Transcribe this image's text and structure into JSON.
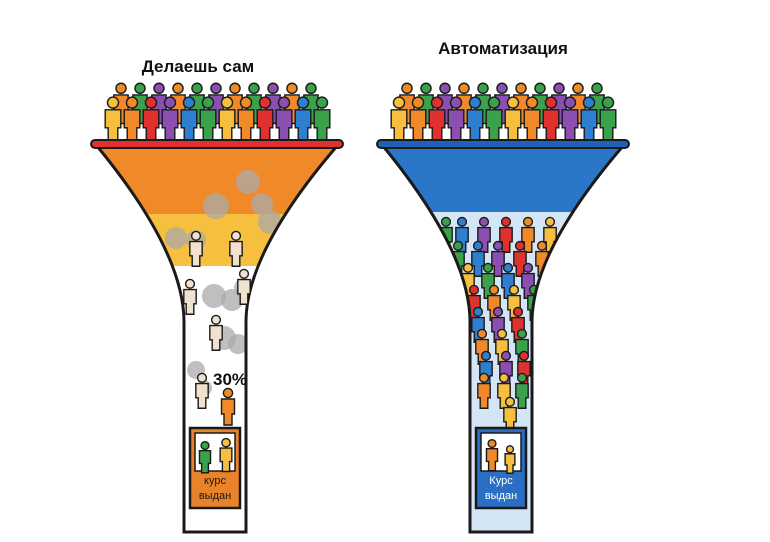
{
  "left_funnel": {
    "title": "Делаешь сам",
    "percentage": "30%",
    "box_caption_line1": "курс",
    "box_caption_line2": "выдан",
    "rim_color": "#e0312f",
    "band_top_color": "#f08a28",
    "band_mid_color": "#f6c03e",
    "box_color": "#e8832a",
    "smoke_color": "#a9a9a9"
  },
  "right_funnel": {
    "title": "Автоматизация",
    "box_caption_line1": "Курс",
    "box_caption_line2": "выдан",
    "rim_color": "#1e61b8",
    "band_top_color": "#2a76c9",
    "band_mid_color": "#d4e6f6",
    "box_color": "#2a6fc4"
  },
  "people_palette": [
    "#e0312f",
    "#f08a28",
    "#f6c03e",
    "#3aa24a",
    "#2f7fd0",
    "#8a4fb0"
  ]
}
